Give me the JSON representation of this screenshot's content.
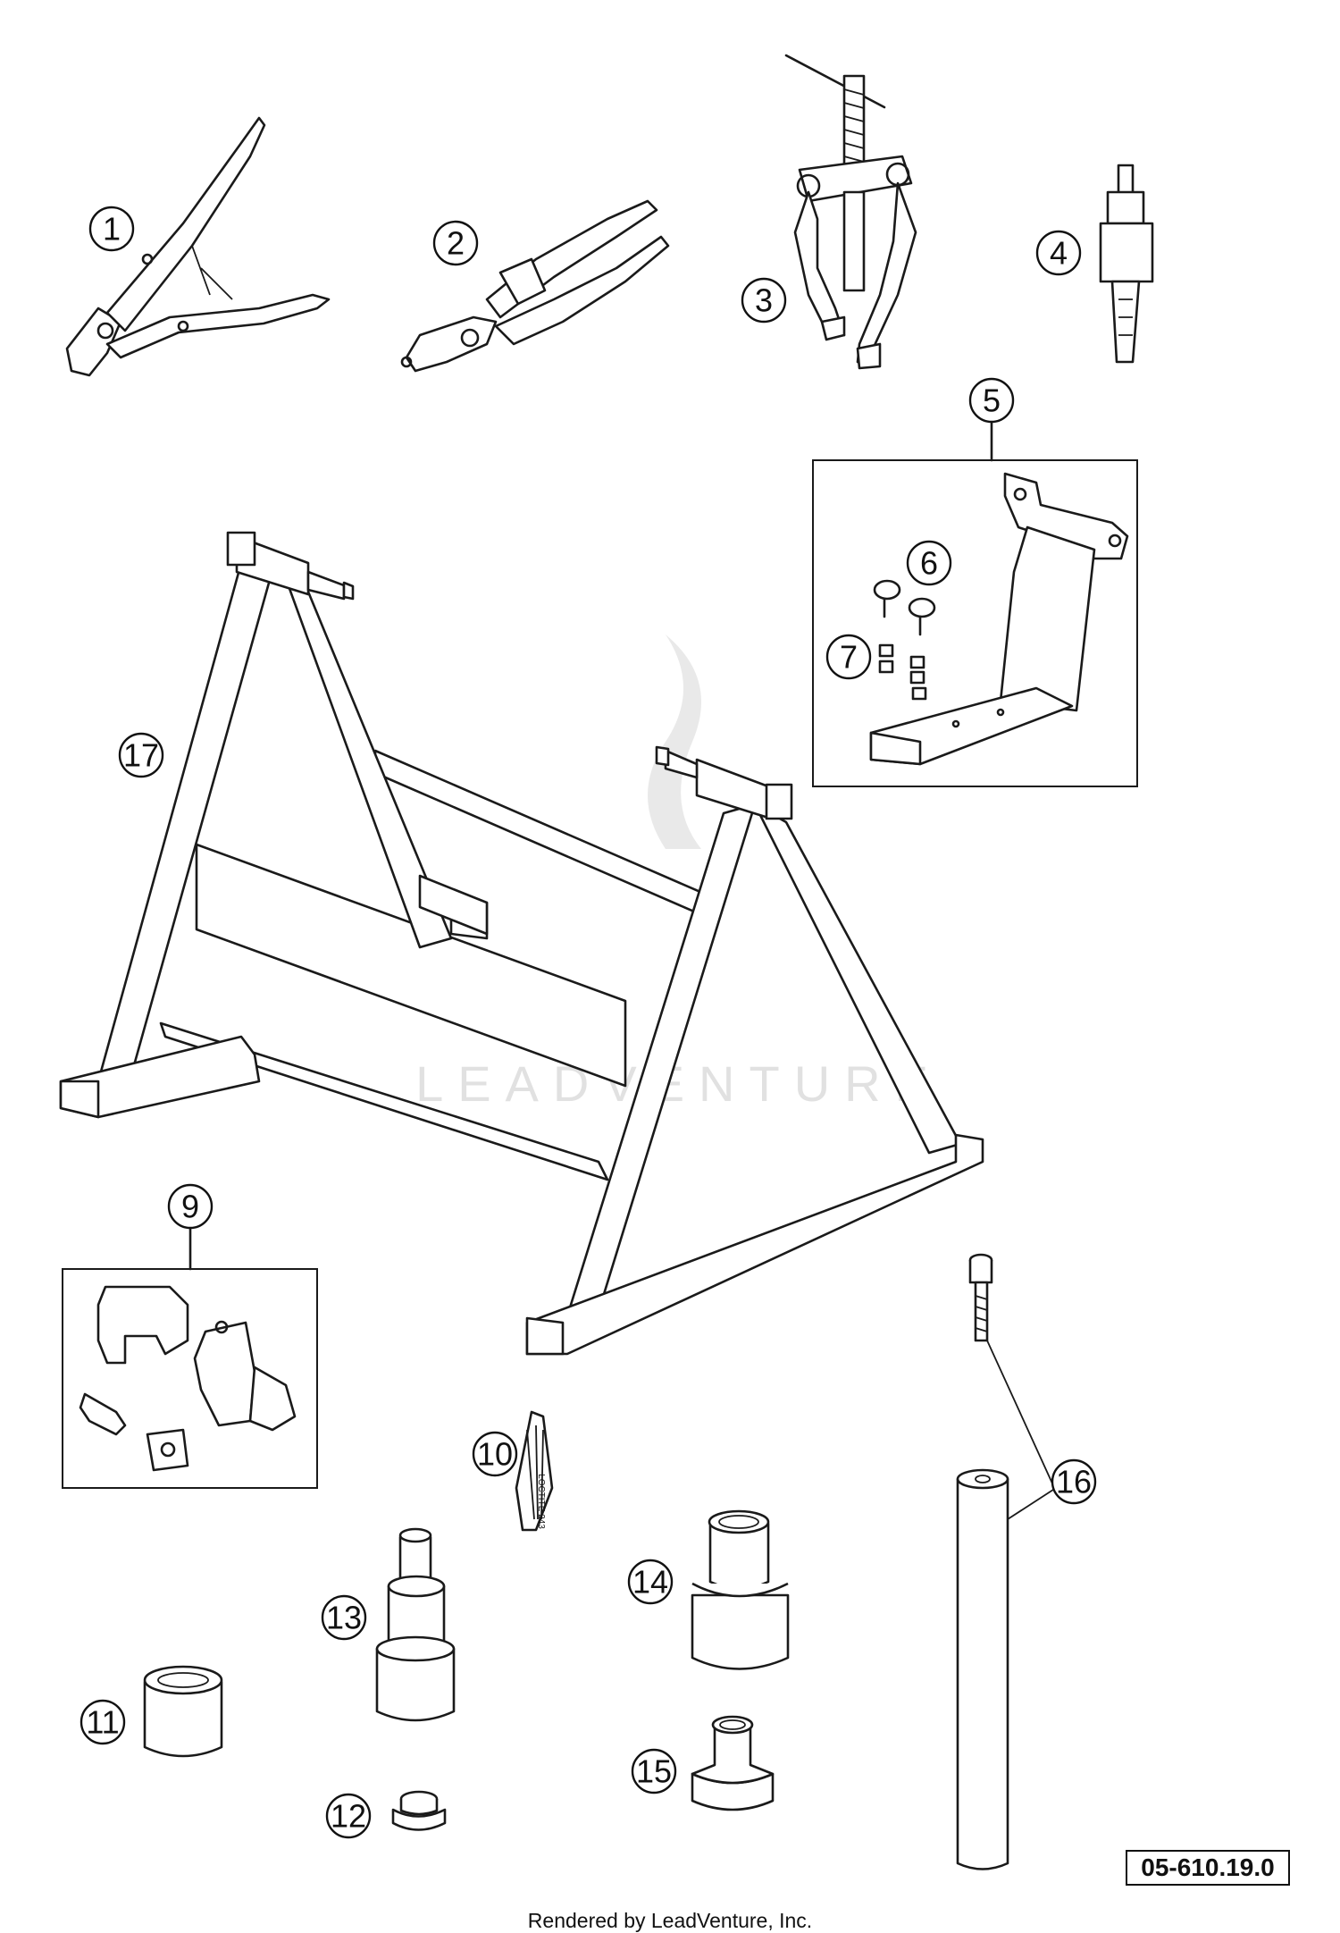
{
  "diagram": {
    "callouts": [
      "1",
      "2",
      "3",
      "4",
      "5",
      "6",
      "7",
      "9",
      "10",
      "11",
      "12",
      "13",
      "14",
      "15",
      "16",
      "17"
    ],
    "reference_code": "05-610.19.0",
    "watermark": "LEADVENTURE",
    "tube_label": "LOCTITE 243",
    "footer": "Rendered by LeadVenture, Inc."
  }
}
